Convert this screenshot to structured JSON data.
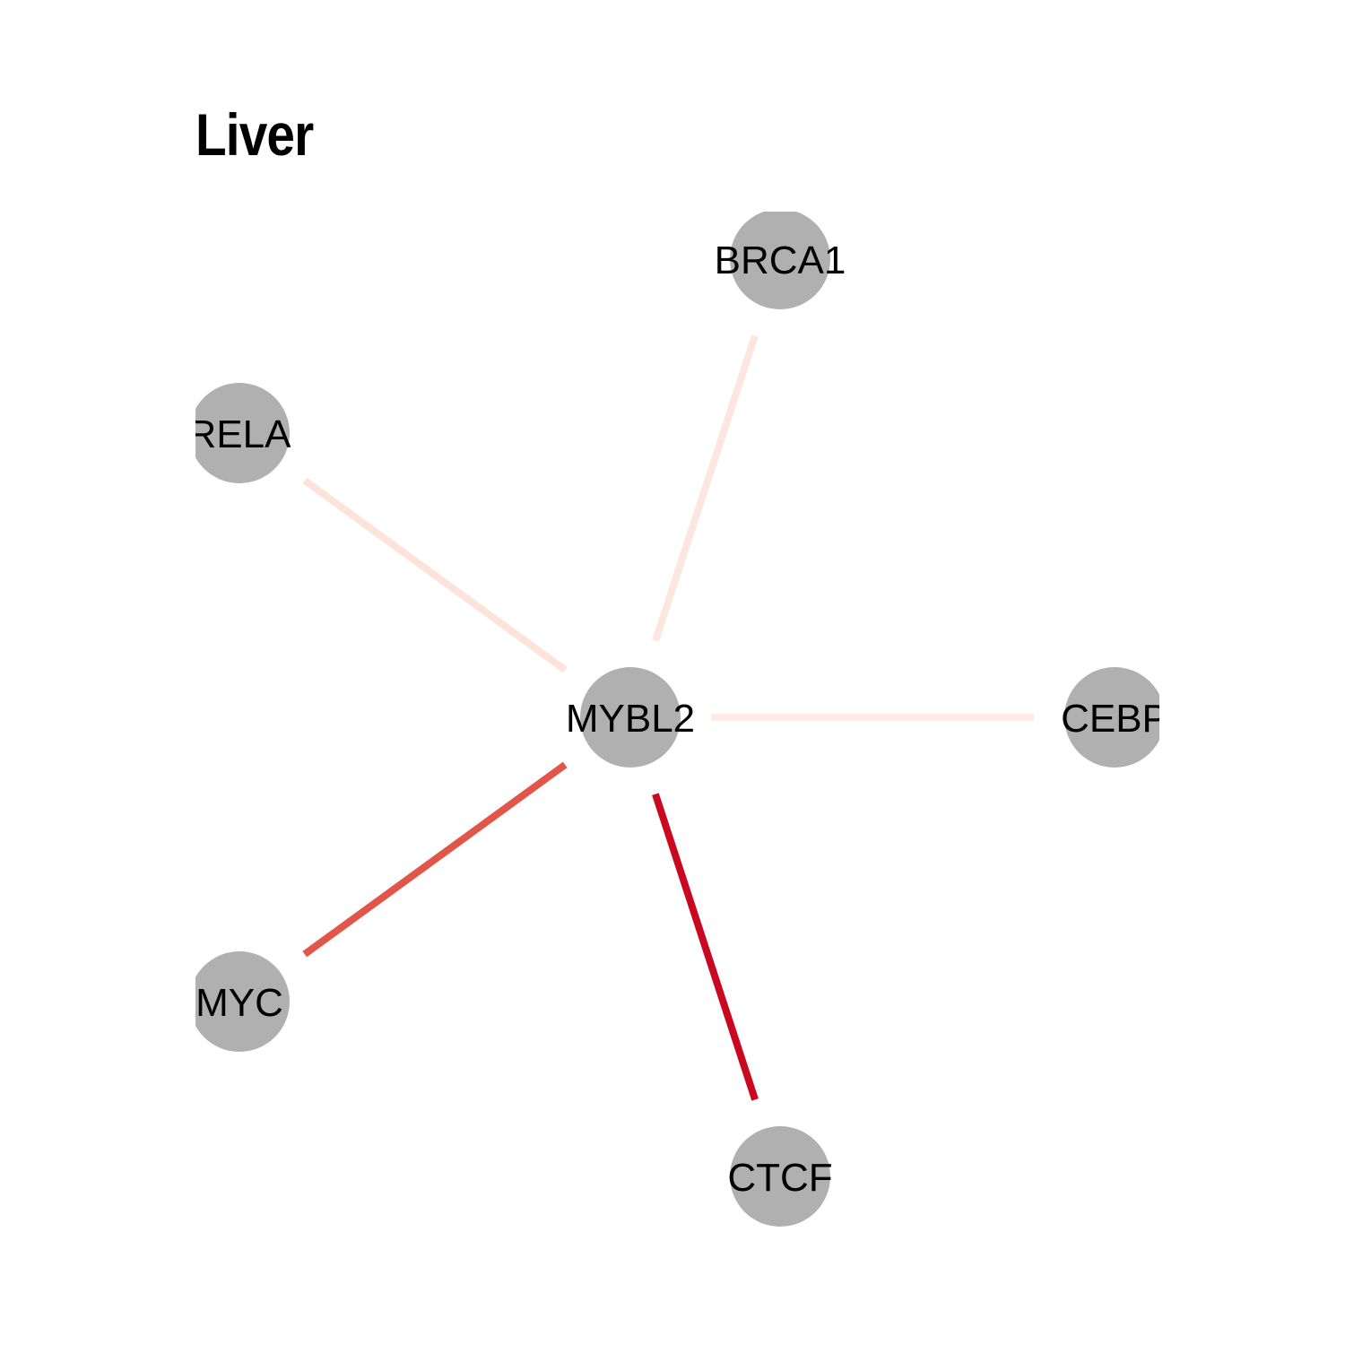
{
  "title": "Liver",
  "nodes": [
    {
      "id": "MYBL2",
      "label": "MYBL2"
    },
    {
      "id": "BRCA1",
      "label": "BRCA1"
    },
    {
      "id": "RELA",
      "label": "RELA"
    },
    {
      "id": "CEBP",
      "label": "CEBP"
    },
    {
      "id": "MYC",
      "label": "MYC"
    },
    {
      "id": "CTCF",
      "label": "CTCF"
    }
  ],
  "edges": [
    {
      "source": "MYBL2",
      "target": "BRCA1",
      "color": "#fde6dd"
    },
    {
      "source": "MYBL2",
      "target": "RELA",
      "color": "#fde3da"
    },
    {
      "source": "MYBL2",
      "target": "CEBP",
      "color": "#feebe3"
    },
    {
      "source": "MYBL2",
      "target": "MYC",
      "color": "#e2564a"
    },
    {
      "source": "MYBL2",
      "target": "CTCF",
      "color": "#c8091f"
    }
  ],
  "node_color": "#b0b0b0"
}
